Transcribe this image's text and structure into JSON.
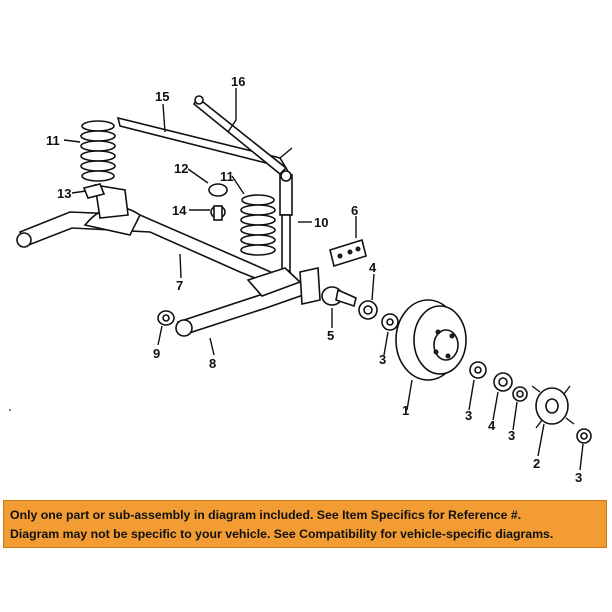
{
  "diagram": {
    "callouts": {
      "c1": "1",
      "c2": "2",
      "c3a": "3",
      "c3b": "3",
      "c3c": "3",
      "c3d": "3",
      "c4a": "4",
      "c4b": "4",
      "c5": "5",
      "c6": "6",
      "c7": "7",
      "c8": "8",
      "c9": "9",
      "c10": "10",
      "c11a": "11",
      "c11b": "11",
      "c12": "12",
      "c13": "13",
      "c14": "14",
      "c15": "15",
      "c16": "16"
    }
  },
  "disclaimer": {
    "line1": "Only one part or sub-assembly in diagram included. See Item Specifics for Reference #.",
    "line2": "Diagram may not be specific to your vehicle. See Compatibility for vehicle-specific diagrams."
  },
  "colors": {
    "banner": "#f39c33",
    "ink": "#111111"
  }
}
